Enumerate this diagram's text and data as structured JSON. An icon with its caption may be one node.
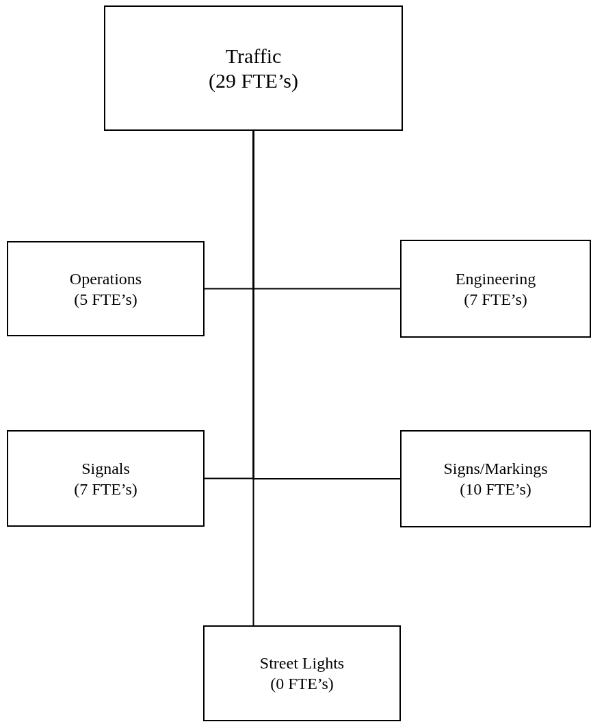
{
  "diagram": {
    "nodes": [
      {
        "text": [
          "Traffic",
          "(29 FTE’s)"
        ]
      },
      {
        "text": [
          "Operations",
          "(5 FTE’s)"
        ]
      },
      {
        "text": [
          "Engineering",
          "(7 FTE’s)"
        ]
      },
      {
        "text": [
          "Signals",
          "(7 FTE’s)"
        ]
      },
      {
        "text": [
          "Signs/Markings",
          "(10 FTE’s)"
        ]
      },
      {
        "text": [
          "Street Lights",
          "(0 FTE’s)"
        ]
      }
    ],
    "edges": [
      {
        "from": 0,
        "to": 1,
        "arrow": "none"
      },
      {
        "from": 0,
        "to": 2,
        "arrow": "none"
      },
      {
        "from": 0,
        "to": 3,
        "arrow": "none"
      },
      {
        "from": 0,
        "to": 4,
        "arrow": "none"
      },
      {
        "from": 0,
        "to": 5,
        "arrow": "none"
      }
    ]
  }
}
